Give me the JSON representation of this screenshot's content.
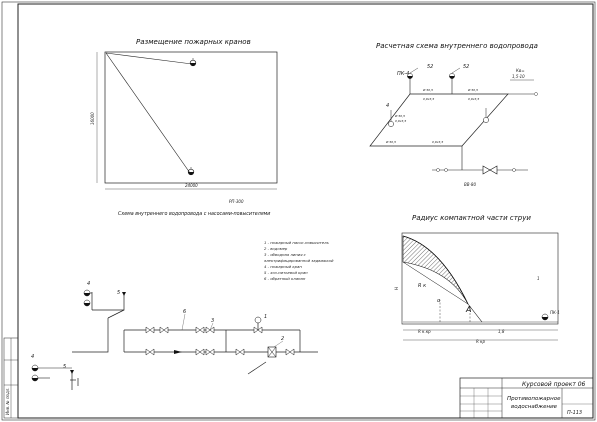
{
  "sheet": {
    "hydrant_section": {
      "title": "Размещение пожарных кранов",
      "height_dim": "16000",
      "width_dim": "24000",
      "bottom_note": "РП-300"
    },
    "calc_section": {
      "title": "Расчетная схема внутреннего водопровода",
      "label_pk": "ПК-4",
      "label_52a": "52",
      "label_52b": "52",
      "label_node": "4",
      "label_vv": "ВВ-80",
      "label_kv": "Кв=",
      "label_kv_value": "1,5·10",
      "pipe_notes": [
        "Ø 50,5",
        "0,9x3,5",
        "Ø 50,5",
        "0,9x3,5",
        "Ø 50,5",
        "0,9x3,5",
        "Ø 50,5",
        "0,9x3,5"
      ]
    },
    "pump_section": {
      "title": "Схема внутреннего водопровода с насосами-повысителями",
      "legend": [
        "1 - пожарный насос-повыситель",
        "2 - водомер",
        "3 - обводная линия с",
        "электрифицированной задвижкой",
        "4 - пожарный кран",
        "5 - хоз-питьевой кран",
        "6 - обратный клапан"
      ],
      "num_labels": [
        "6",
        "5",
        "4",
        "4",
        "5",
        "3",
        "2",
        "1"
      ]
    },
    "jet_section": {
      "title": "Радиус компактной части струи",
      "point_a": "А",
      "label_pk": "ПК-1",
      "label_rk": "R к",
      "label_h": "H",
      "dim_left": "R к.кр",
      "dim_mid": "1,8",
      "dim_bottom": "R кр",
      "label_angle": "α",
      "label_right": "1"
    },
    "title_block": {
      "project": "Курсовой проект 06",
      "title_line1": "Противопожарное",
      "title_line2": "водоснабжение",
      "group": "П-113"
    },
    "side_stamp": "Инв. № подл."
  }
}
